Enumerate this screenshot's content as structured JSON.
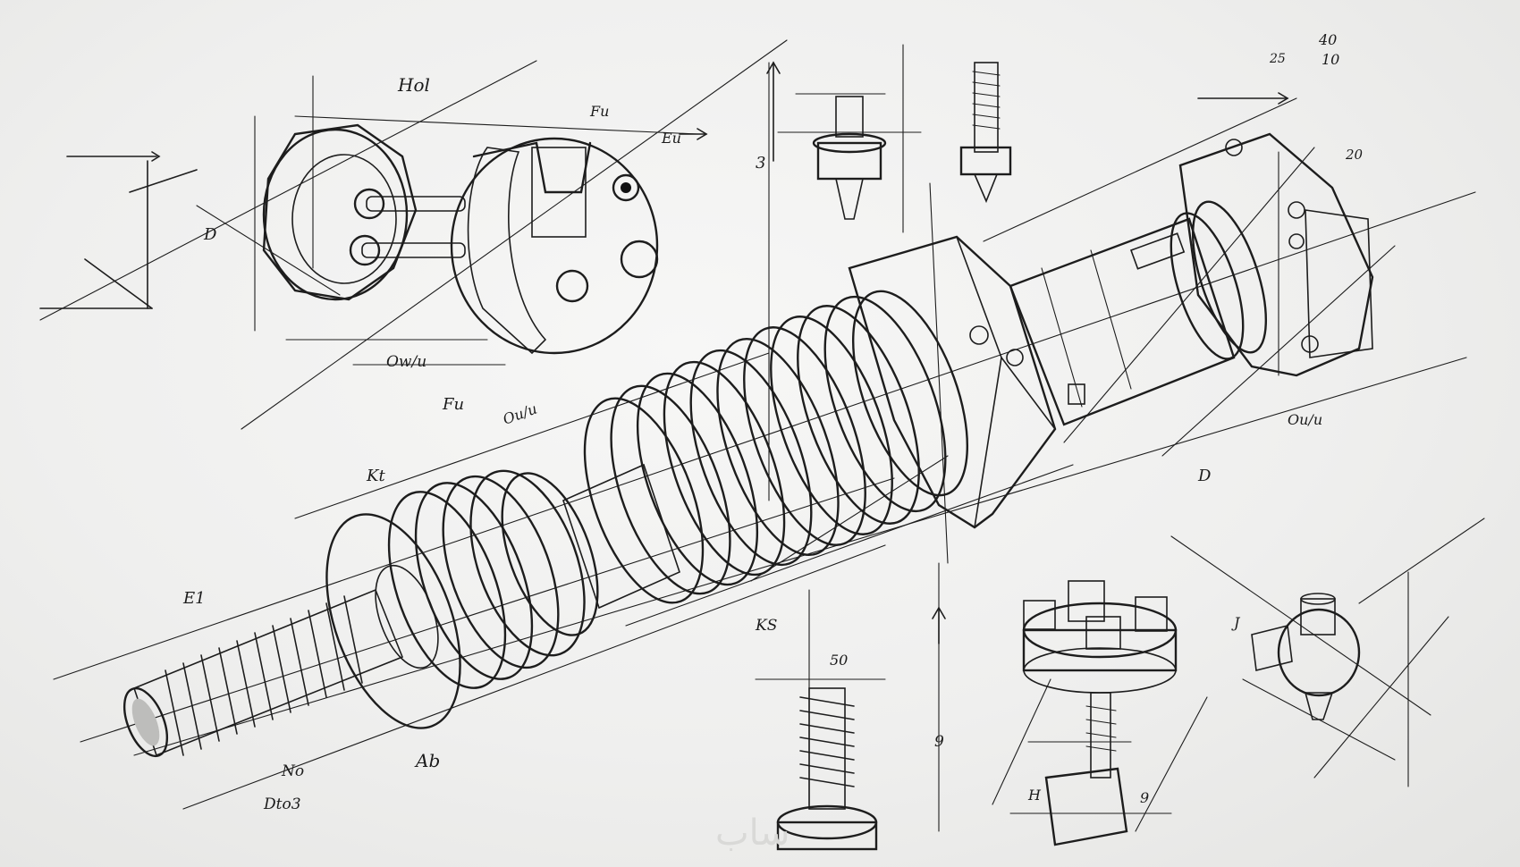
{
  "drawing": {
    "subject": "technical pencil sketch of threaded mechanical shaft assembly with detail views",
    "annotations": [
      {
        "id": "a1",
        "text": "Hol"
      },
      {
        "id": "a2",
        "text": "Fu"
      },
      {
        "id": "a3",
        "text": "Eu"
      },
      {
        "id": "a4",
        "text": "D"
      },
      {
        "id": "a5",
        "text": "Ow/u"
      },
      {
        "id": "a6",
        "text": "Fu"
      },
      {
        "id": "a7",
        "text": "Ou/u"
      },
      {
        "id": "a8",
        "text": "Kt"
      },
      {
        "id": "a9",
        "text": "E1"
      },
      {
        "id": "a10",
        "text": "No"
      },
      {
        "id": "a11",
        "text": "Dto3"
      },
      {
        "id": "a12",
        "text": "Ab"
      },
      {
        "id": "a13",
        "text": "40"
      },
      {
        "id": "a14",
        "text": "25"
      },
      {
        "id": "a15",
        "text": "10"
      },
      {
        "id": "a16",
        "text": "20"
      },
      {
        "id": "a17",
        "text": "Ou/u"
      },
      {
        "id": "a18",
        "text": "D"
      },
      {
        "id": "a19",
        "text": "KS"
      },
      {
        "id": "a20",
        "text": "50"
      },
      {
        "id": "a21",
        "text": "9"
      },
      {
        "id": "a22",
        "text": "H"
      },
      {
        "id": "a23",
        "text": "9"
      },
      {
        "id": "a24",
        "text": "J"
      },
      {
        "id": "a25",
        "text": "3"
      }
    ],
    "watermark": "ساب"
  },
  "colors": {
    "paper": "#efefee",
    "graphite": "#1d1d1d",
    "shade": "#8a8a88"
  }
}
